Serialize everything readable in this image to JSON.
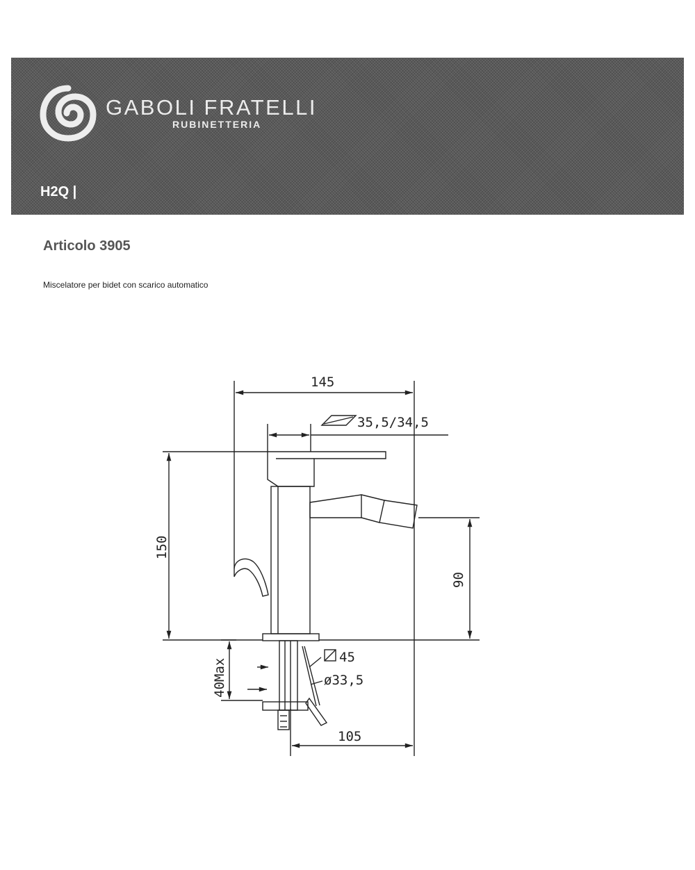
{
  "header": {
    "brand_name": "GABOLI FRATELLI",
    "brand_sub": "RUBINETTERIA",
    "series": "H2Q |",
    "logo_icon": "spiral-logo-icon"
  },
  "article": {
    "title": "Articolo 3905",
    "description": "Miscelatore per bidet con scarico automatico"
  },
  "drawing": {
    "dimensions": {
      "width_total": "145",
      "lever": "35,5/34,5",
      "height_total": "150",
      "spout_height": "90",
      "base_square": "45",
      "hole_diameter": "ø33,5",
      "max_thickness": "40Max",
      "spout_reach": "105"
    }
  }
}
